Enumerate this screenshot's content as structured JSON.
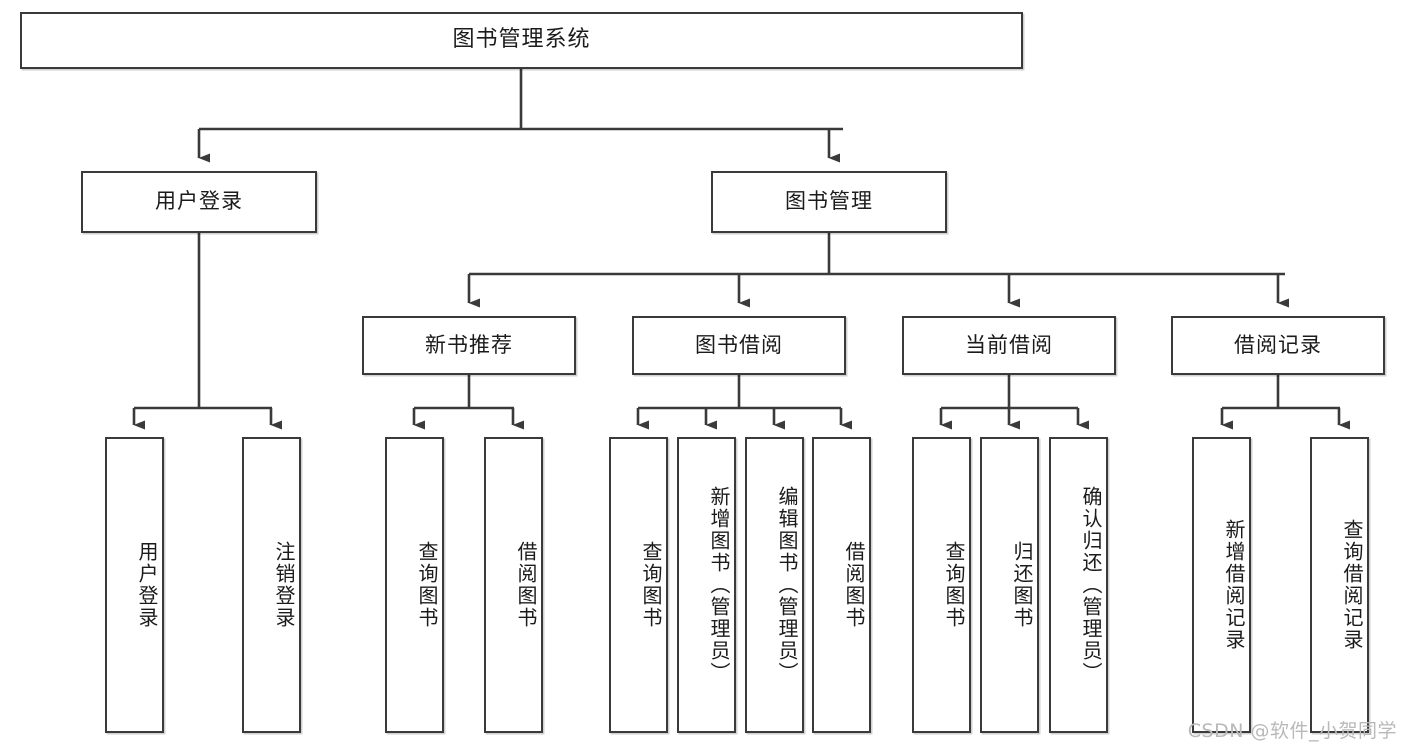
{
  "diagram": {
    "title": "图书管理系统",
    "type": "hierarchy-tree",
    "orientation": "top-down",
    "style": {
      "box_fill": "#ffffff",
      "box_stroke": "#3a3a3a",
      "line_color": "#3a3a3a",
      "text_color": "#1b1b1b",
      "background": "#ffffff"
    }
  },
  "nodes": {
    "root": {
      "label": "图书管理系统",
      "level": 1
    },
    "level2": [
      {
        "id": "user-login",
        "label": "用户登录"
      },
      {
        "id": "book-manage",
        "label": "图书管理"
      }
    ],
    "level3": [
      {
        "id": "new-book-recommend",
        "label": "新书推荐"
      },
      {
        "id": "book-borrow",
        "label": "图书借阅"
      },
      {
        "id": "current-borrow",
        "label": "当前借阅"
      },
      {
        "id": "borrow-record",
        "label": "借阅记录"
      }
    ],
    "leaves": {
      "user-login": [
        {
          "id": "leaf-user-login",
          "label": "用户登录"
        },
        {
          "id": "leaf-logout",
          "label": "注销登录"
        }
      ],
      "new-book-recommend": [
        {
          "id": "leaf-query-book-1",
          "label": "查询图书"
        },
        {
          "id": "leaf-borrow-book-1",
          "label": "借阅图书"
        }
      ],
      "book-borrow": [
        {
          "id": "leaf-query-book-2",
          "label": "查询图书"
        },
        {
          "id": "leaf-add-book",
          "label": "新增图书（管理员）"
        },
        {
          "id": "leaf-edit-book",
          "label": "编辑图书（管理员）"
        },
        {
          "id": "leaf-borrow-book-2",
          "label": "借阅图书"
        }
      ],
      "current-borrow": [
        {
          "id": "leaf-query-book-3",
          "label": "查询图书"
        },
        {
          "id": "leaf-return-book",
          "label": "归还图书"
        },
        {
          "id": "leaf-confirm-return",
          "label": "确认归还（管理员）"
        }
      ],
      "borrow-record": [
        {
          "id": "leaf-add-record",
          "label": "新增借阅记录"
        },
        {
          "id": "leaf-query-record",
          "label": "查询借阅记录"
        }
      ]
    }
  },
  "watermark": {
    "text": "CSDN @软件_小贺同学"
  }
}
